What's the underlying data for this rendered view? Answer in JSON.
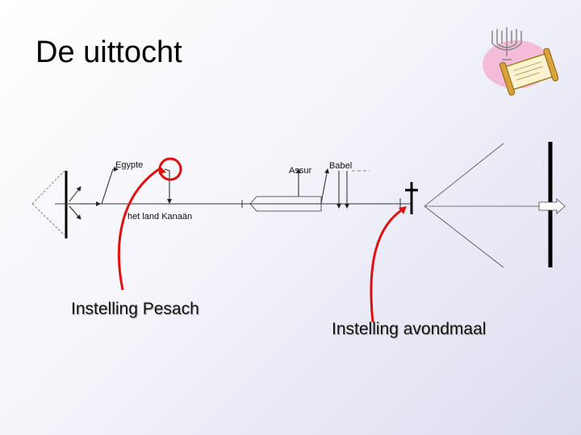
{
  "slide": {
    "title": "De uittocht"
  },
  "timeline": {
    "labels": {
      "egypte": "Egypte",
      "kanaan": "het land Kanaän",
      "assur": "Assur",
      "babel": "Babel"
    }
  },
  "annotations": {
    "pesach": "Instelling Pesach",
    "avondmaal": "Instelling avondmaal"
  },
  "colors": {
    "red_arrow": "#e01010",
    "line": "#333333",
    "heavy_bar": "#000000"
  },
  "clipart": {
    "icon": "menorah-scroll-icon"
  }
}
